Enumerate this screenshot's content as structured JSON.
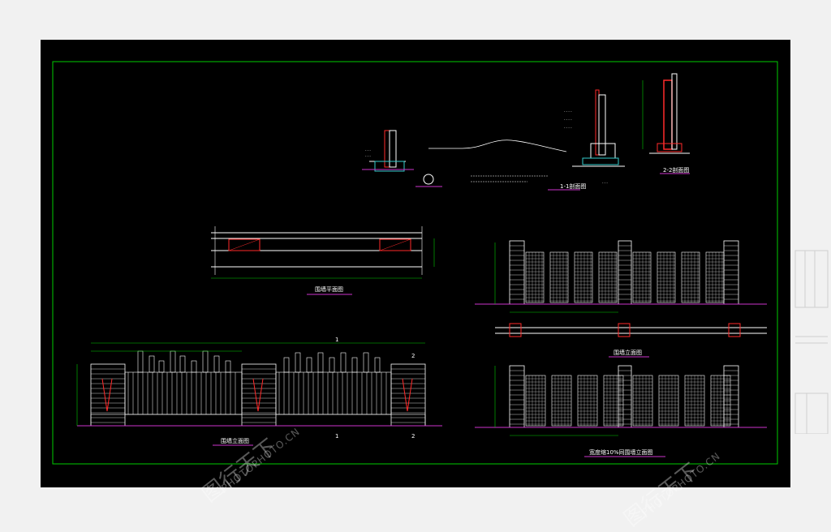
{
  "drawing": {
    "labels": {
      "section_detail_1": "1-1剖面图",
      "section_detail_2": "2-2剖面图",
      "wall_plan": "围墙平面图",
      "wall_elevation_right": "围墙立面图",
      "wall_elevation_left": "围墙立面图",
      "wall_elevation_bottom_right": "宽度缩10%同围墙立面图",
      "section_mark_1": "1",
      "section_mark_2": "2",
      "circle_mark": "①"
    }
  },
  "watermark": {
    "text_cn": "图行天下",
    "text_en": "PHOTOPHOTO.CN"
  },
  "colors": {
    "frame": "#00cc00",
    "lines": "#ffffff",
    "accent_red": "#ff2a2a",
    "accent_magenta": "#cc33cc",
    "accent_yellow": "#ffff33",
    "accent_cyan": "#33cccc",
    "background": "#000000"
  }
}
